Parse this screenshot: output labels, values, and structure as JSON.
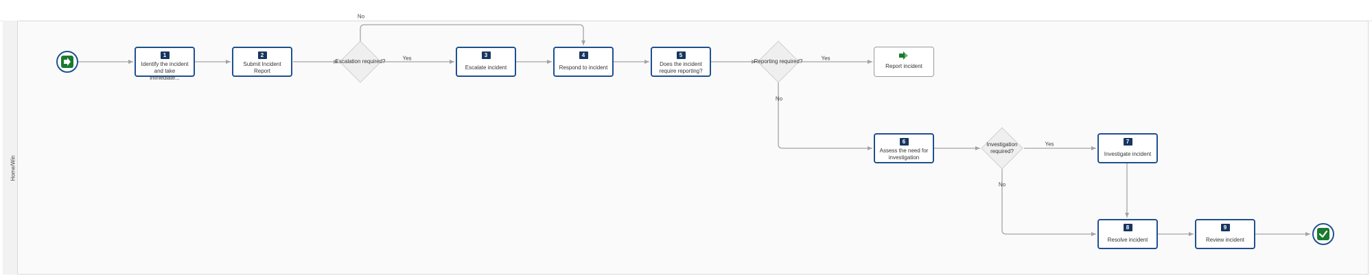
{
  "lane": {
    "label": "Home/Win"
  },
  "colors": {
    "task_border": "#1d4f91",
    "badge": "#17365f",
    "event_green": "#1a7a2e",
    "connector": "#a3a3a3"
  },
  "start_event": {
    "icon": "send-icon"
  },
  "end_event": {
    "icon": "check-icon"
  },
  "tasks": [
    {
      "id": "t1",
      "number": "1",
      "label": "Identify the incident and take immediate..."
    },
    {
      "id": "t2",
      "number": "2",
      "label": "Submit Incident Report"
    },
    {
      "id": "t3",
      "number": "3",
      "label": "Escalate incident"
    },
    {
      "id": "t4",
      "number": "4",
      "label": "Respond to incident"
    },
    {
      "id": "t5",
      "number": "5",
      "label": "Does the incident require reporting?"
    },
    {
      "id": "t6",
      "number": "6",
      "label": "Assess the need for investigation"
    },
    {
      "id": "t7",
      "number": "7",
      "label": "Investigate incident"
    },
    {
      "id": "t8",
      "number": "8",
      "label": "Resolve incident"
    },
    {
      "id": "t9",
      "number": "9",
      "label": "Review incident"
    }
  ],
  "report_task": {
    "label": "Report incident",
    "icon": "send-icon"
  },
  "gateways": [
    {
      "id": "g1",
      "label": "Escalation required?"
    },
    {
      "id": "g2",
      "label": "Reporting required?"
    },
    {
      "id": "g3",
      "label": "Investigation required?"
    }
  ],
  "edge_labels": {
    "g1_yes": "Yes",
    "g1_no": "No",
    "g2_yes": "Yes",
    "g2_no": "No",
    "g3_yes": "Yes",
    "g3_no": "No"
  }
}
